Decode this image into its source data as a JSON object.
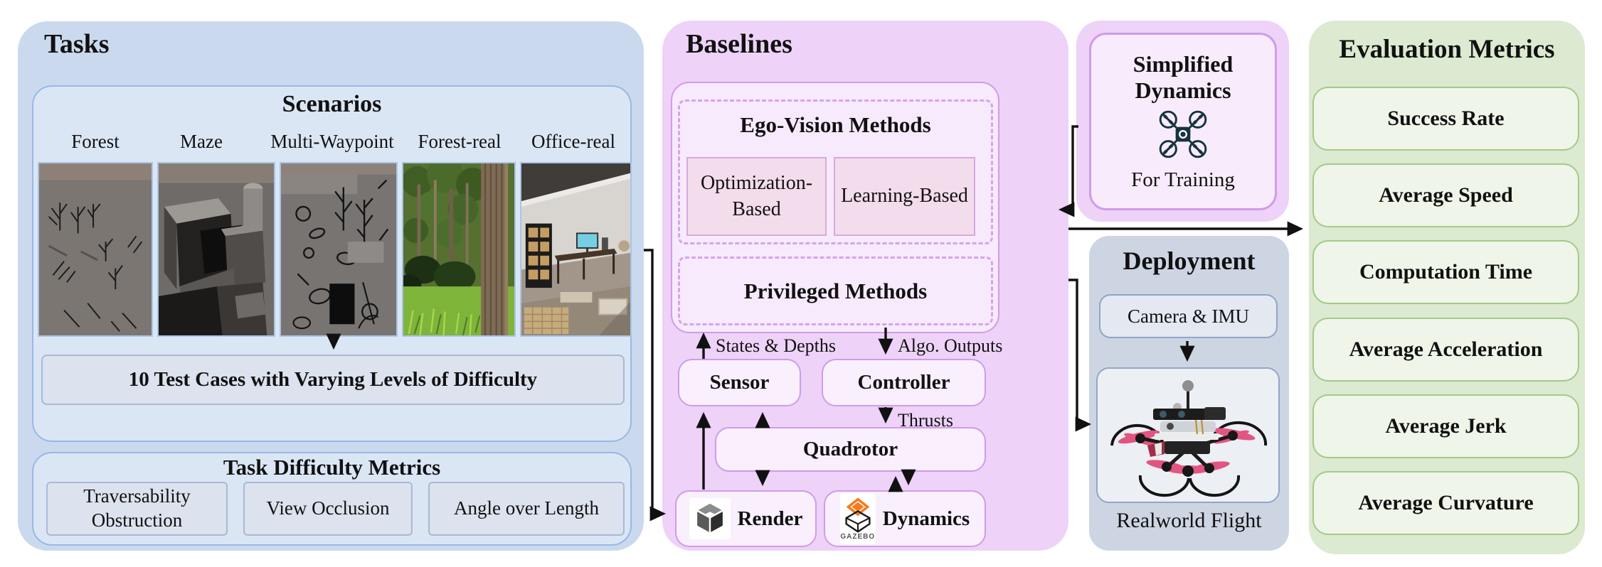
{
  "palette": {
    "tasks_bg": "#cbd9ee",
    "tasks_inner_bg": "#dbe6f5",
    "tasks_item_bg": "#dce2ee",
    "baselines_bg": "#eed2f8",
    "baselines_inner_bg": "#f7eafc",
    "method_bg": "#f3dcec",
    "deployment_bg": "#cdd5e3",
    "deployment_item_bg": "#e3e8f1",
    "evaluation_bg": "#dbead0",
    "evaluation_item_bg": "#eff5e8",
    "arrow": "#111111",
    "drone_icon": "#17333f",
    "gazebo_orange": "#f47c20"
  },
  "tasks": {
    "title": "Tasks",
    "scenarios": {
      "title": "Scenarios",
      "labels": [
        "Forest",
        "Maze",
        "Multi-Waypoint",
        "Forest-real",
        "Office-real"
      ]
    },
    "test_cases": "10 Test Cases with Varying Levels of Difficulty",
    "difficulty": {
      "title": "Task Difficulty Metrics",
      "metrics": [
        "Traversability Obstruction",
        "View Occlusion",
        "Angle over Length"
      ]
    }
  },
  "baselines": {
    "title": "Baselines",
    "ego": {
      "title": "Ego-Vision Methods",
      "methods": [
        "Optimization-Based",
        "Learning-Based"
      ]
    },
    "privileged_title": "Privileged Methods",
    "flow": {
      "states": "States & Depths",
      "algo": "Algo. Outputs",
      "thrusts": "Thrusts"
    },
    "sim": {
      "sensor": "Sensor",
      "controller": "Controller",
      "quadrotor": "Quadrotor",
      "render": "Render",
      "dynamics": "Dynamics",
      "gazebo_text": "GAZEBO"
    }
  },
  "simplified": {
    "title": "Simplified Dynamics",
    "subtitle": "For Training"
  },
  "deployment": {
    "title": "Deployment",
    "camera": "Camera & IMU",
    "flight": "Realworld Flight"
  },
  "evaluation": {
    "title": "Evaluation Metrics",
    "metrics": [
      "Success Rate",
      "Average Speed",
      "Computation Time",
      "Average Acceleration",
      "Average Jerk",
      "Average Curvature"
    ]
  }
}
